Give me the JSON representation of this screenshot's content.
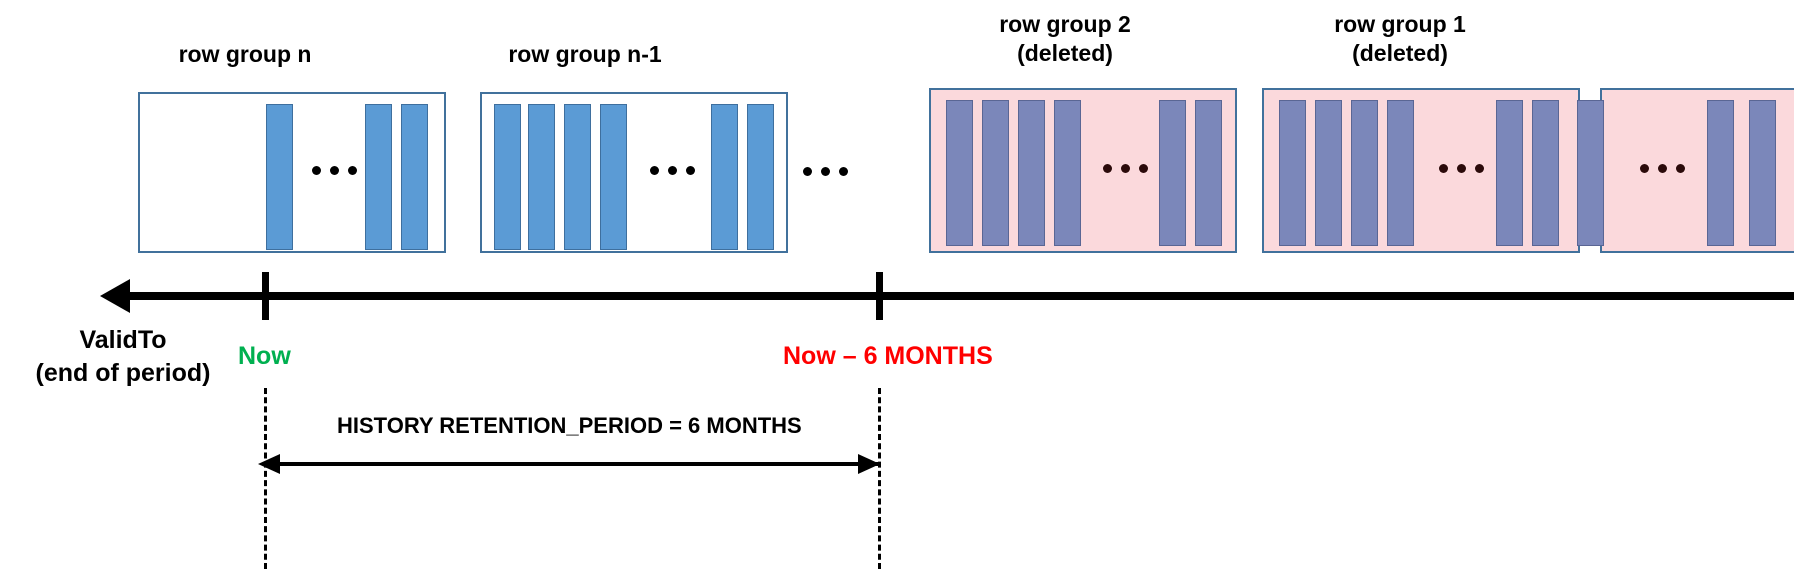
{
  "diagram": {
    "title_hidden": "",
    "colors": {
      "bar_active": "#5B9BD5",
      "bar_deleted": "#7B87BA",
      "group_border": "#41719C",
      "deleted_background": "#FBD9DC",
      "now_label": "#00B050",
      "threshold_label": "#FF0000",
      "axis": "#000000"
    },
    "row_groups": [
      {
        "id": "row-group-n",
        "label": "row group n",
        "state": "active",
        "bar_count_visible": 3,
        "has_ellipsis": true
      },
      {
        "id": "row-group-n-minus-1",
        "label": "row group n-1",
        "state": "active",
        "bar_count_visible": 6,
        "has_ellipsis": true
      },
      {
        "id": "row-group-2",
        "label": "row group 2\n(deleted)",
        "state": "deleted",
        "bar_count_visible": 6,
        "has_ellipsis": true
      },
      {
        "id": "row-group-1",
        "label": "row group 1\n(deleted)",
        "state": "deleted",
        "bar_count_visible": 6,
        "has_ellipsis": true
      }
    ],
    "inter_group_ellipsis": "•••",
    "axis": {
      "label": "ValidTo\n(end of period)",
      "direction": "decreasing-to-the-left"
    },
    "markers": [
      {
        "id": "now",
        "label": "Now",
        "color": "#00B050"
      },
      {
        "id": "now-minus-6-months",
        "label": "Now – 6 MONTHS",
        "color": "#FF0000"
      }
    ],
    "measure": {
      "label": "HISTORY RETENTION_PERIOD =  6 MONTHS",
      "value": "6 MONTHS"
    }
  }
}
